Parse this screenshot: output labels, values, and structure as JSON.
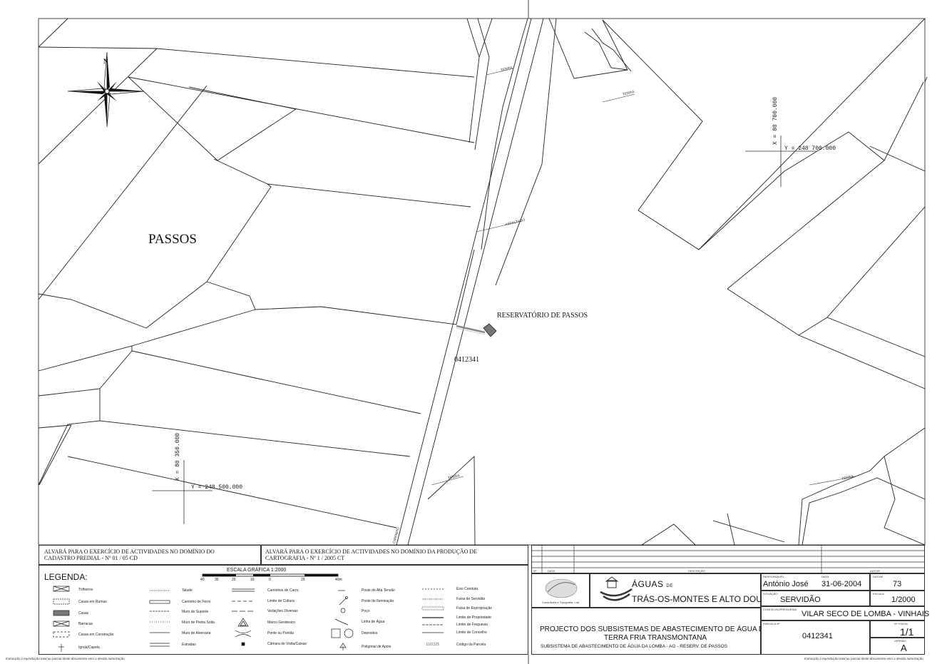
{
  "map": {
    "place_label": "PASSOS",
    "reservoir_label": "RESERVATÓRIO DE PASSOS",
    "parcel_label": "0412341",
    "north_letter": "N",
    "road_labels": [
      "TERRA",
      "TERRA",
      "ASFALTADO",
      "TERRA",
      "TERRA",
      "CAMINHO"
    ],
    "grid_top_right": {
      "x": "X = 80 700.000",
      "y": "Y = 248 700.000"
    },
    "grid_bottom_left": {
      "x": "X = 80 350.000",
      "y": "Y = 248 500.000"
    }
  },
  "permits": {
    "cadastro": [
      "ALVARÁ PARA O EXERCÍCIO DE ACTIVIDADES NO DOMÍNIO DO",
      "CADASTRO PREDIAL  - Nº 01 / 05 CD"
    ],
    "cartografia": [
      "ALVARÁ PARA O EXERCÍCIO DE ACTIVIDADES NO DOMÍNIO DA PRODUÇÃO DE",
      "CARTOGRAFIA  -  Nº 1 / 2005 CT"
    ]
  },
  "legend": {
    "title": "LEGENDA:",
    "scale_title": "ESCALA GRÁFICA 1:2000",
    "scale_ticks": [
      "40",
      "30",
      "20",
      "10",
      "0",
      "20",
      "40m"
    ],
    "col1": [
      "Trilheiros",
      "Casas em Ruínas",
      "Casas",
      "Barracas",
      "Casas em Construção",
      "Igreja/Capela"
    ],
    "col2": [
      "Talude",
      "Caminho de Ferro",
      "Muro de Suporte",
      "Muro de Pedra Solta",
      "Muro de Alvenaria",
      "Estradas"
    ],
    "col3": [
      "Caminhos de Carro",
      "Limite de Cultura",
      "Vedações Diversas",
      "Marco Geodesico",
      "Ponte ou Pontão",
      "Câmara de Visita/Caixas"
    ],
    "col4": [
      "Poste de Alta Tensão",
      "Poste de Iluminação",
      "Poço",
      "Linha de Água",
      "Depositos",
      "Poligonal de Apoio"
    ],
    "col5": [
      "Eixo Conduta",
      "Faixa de Servidão",
      "Faixa de Expropriação",
      "Limite de Propriedade",
      "Limite de Freguesia",
      "Limite de Concelho",
      "Código da Parcela"
    ],
    "parcel_code_sample": "1181325"
  },
  "title_block": {
    "rev_headers": {
      "no": "Nº",
      "date": "DATA",
      "desc": "DESCRIÇÃO",
      "author": "AUTOR"
    },
    "consultant_caption": "Consultoria e Topografia, Lda",
    "client_prefix": "ÁGUAS",
    "client_de": "DE",
    "client_name": "TRÁS-OS-MONTES E ALTO DOURO",
    "responsible_label": "RESPONSÁVEL",
    "responsible": "António José",
    "date_label": "DATA",
    "date": "31-06-2004",
    "sheet_code_label": "DATUM",
    "sheet_code": "73",
    "situation_label": "SITUAÇÃO",
    "situation": "SERVIDÃO",
    "scale_label": "ESCALA",
    "scale": "1/2000",
    "municipality_label": "CONCELHO/FREGUESIA",
    "municipality": "VILAR SECO DE LOMBA - VINHAIS",
    "project_line1": "PROJECTO DOS SUBSISTEMAS DE ABASTECIMENTO DE ÁGUA DA",
    "project_line2": "TERRA FRIA TRANSMONTANA",
    "project_line3": "SUBSISTEMA DE ABASTECIMENTO DE ÁGUA DA LOMBA - AG - RESERV. DE PASSOS",
    "parcel_label": "PARCELA Nº",
    "parcel": "0412341",
    "sheet_label": "Nº FOLHA",
    "sheet": "1/1",
    "version_label": "VERSÃO",
    "version": "A"
  },
  "footer": {
    "left": "Extracção à reprodução total ou parcial deste documento sem a devida autorização",
    "right": "Extracção à reprodução total ou parcial deste documento sem a devida autorização"
  }
}
